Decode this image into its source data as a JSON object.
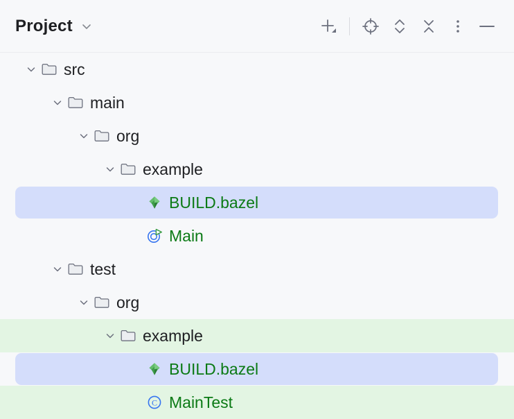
{
  "header": {
    "title": "Project",
    "title_dropdown_icon": "chevron-down-icon",
    "actions": [
      {
        "name": "add-new-button",
        "icon": "plus-with-dropdown-icon"
      },
      {
        "name": "separator",
        "icon": "vertical-separator"
      },
      {
        "name": "select-opened-file-button",
        "icon": "crosshair-target-icon"
      },
      {
        "name": "expand-all-button",
        "icon": "chevrons-up-down-icon"
      },
      {
        "name": "collapse-all-button",
        "icon": "chevrons-collapse-icon"
      },
      {
        "name": "more-options-button",
        "icon": "vertical-dots-icon"
      },
      {
        "name": "hide-tool-window-button",
        "icon": "minus-icon"
      }
    ]
  },
  "colors": {
    "background": "#f7f8fa",
    "selection": "#d4ddfb",
    "test_scope": "#e3f5e3",
    "file_text_green": "#0b7a15",
    "folder_text": "#1e1f22",
    "icon_gray": "#6c707e"
  },
  "tree": {
    "rows": [
      {
        "label": "src",
        "depth": 1,
        "icon": "folder-icon",
        "type": "folder",
        "expanded": true,
        "selected": false,
        "scope": "none"
      },
      {
        "label": "main",
        "depth": 2,
        "icon": "folder-icon",
        "type": "folder",
        "expanded": true,
        "selected": false,
        "scope": "none"
      },
      {
        "label": "org",
        "depth": 3,
        "icon": "folder-icon",
        "type": "folder",
        "expanded": true,
        "selected": false,
        "scope": "none"
      },
      {
        "label": "example",
        "depth": 4,
        "icon": "folder-icon",
        "type": "folder",
        "expanded": true,
        "selected": false,
        "scope": "none"
      },
      {
        "label": "BUILD.bazel",
        "depth": 5,
        "icon": "bazel-leaf-icon",
        "type": "file",
        "expanded": null,
        "selected": true,
        "scope": "none"
      },
      {
        "label": "Main",
        "depth": 5,
        "icon": "class-run-icon",
        "type": "class",
        "expanded": null,
        "selected": false,
        "scope": "none"
      },
      {
        "label": "test",
        "depth": 2,
        "icon": "folder-icon",
        "type": "folder",
        "expanded": true,
        "selected": false,
        "scope": "none"
      },
      {
        "label": "org",
        "depth": 3,
        "icon": "folder-icon",
        "type": "folder",
        "expanded": true,
        "selected": false,
        "scope": "none"
      },
      {
        "label": "example",
        "depth": 4,
        "icon": "folder-icon",
        "type": "folder",
        "expanded": true,
        "selected": false,
        "scope": "test"
      },
      {
        "label": "BUILD.bazel",
        "depth": 5,
        "icon": "bazel-leaf-icon",
        "type": "file",
        "expanded": null,
        "selected": true,
        "scope": "test"
      },
      {
        "label": "MainTest",
        "depth": 5,
        "icon": "class-icon",
        "type": "class",
        "expanded": null,
        "selected": false,
        "scope": "test"
      }
    ]
  }
}
